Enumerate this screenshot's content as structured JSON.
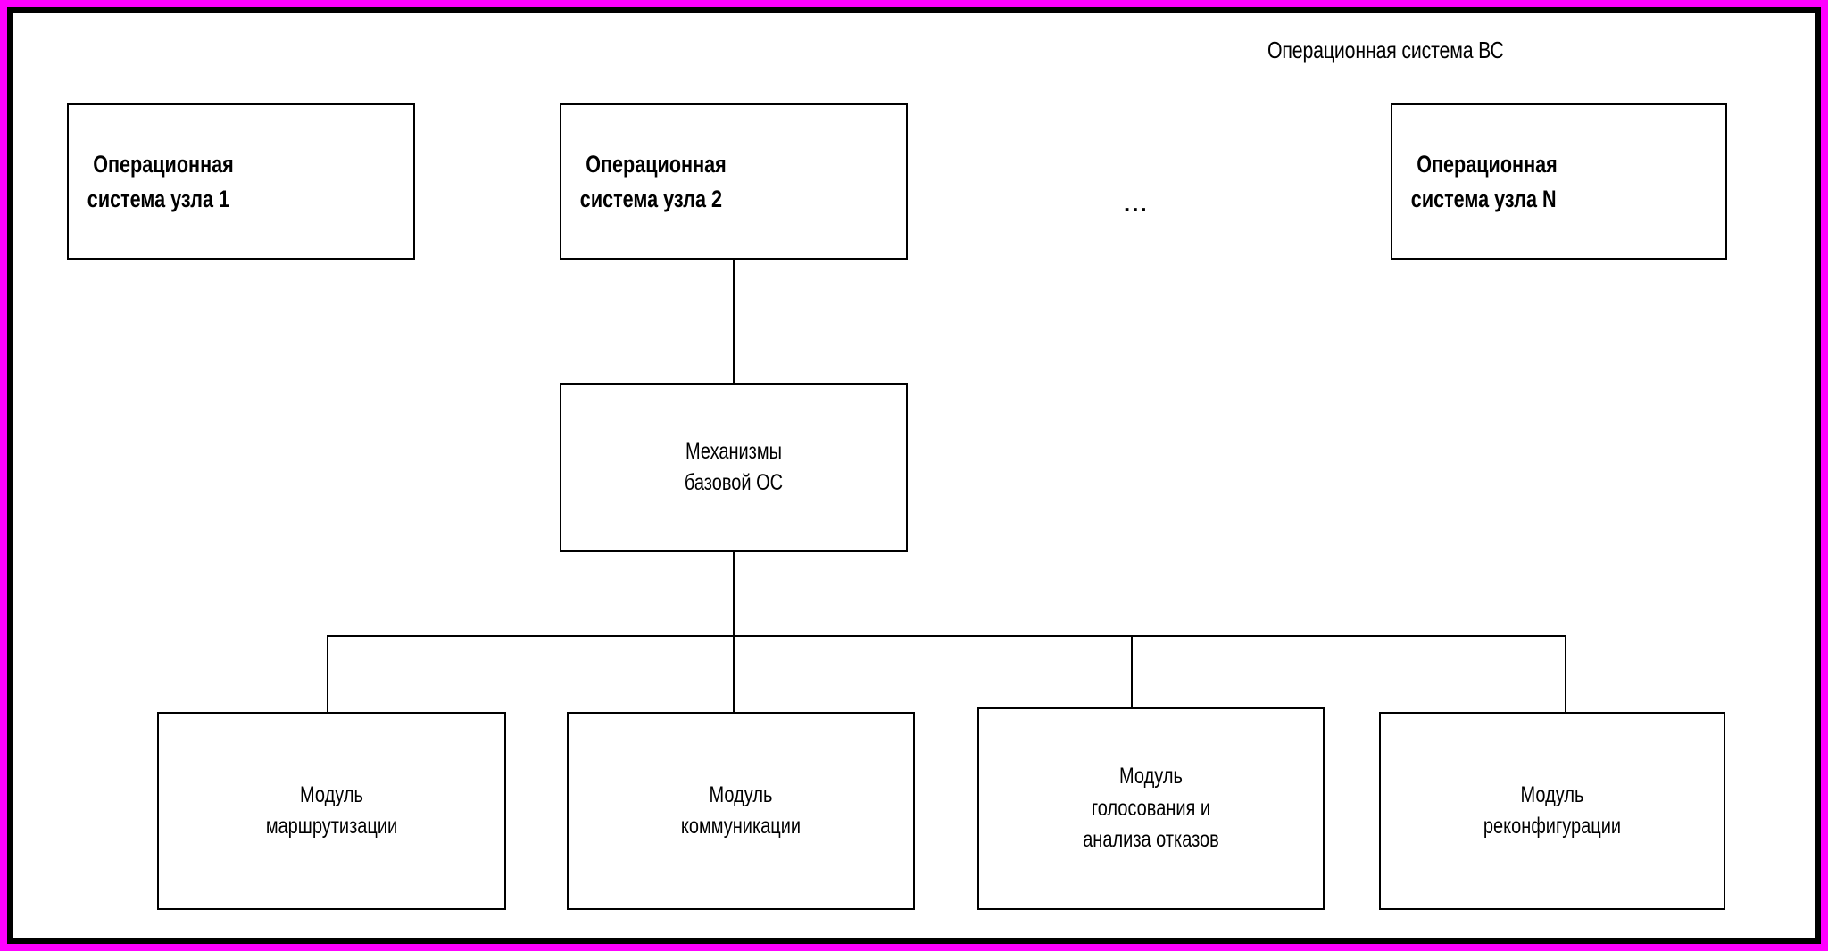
{
  "diagram": {
    "title": "Операционная система ВС",
    "ellipsis": "...",
    "type": "hierarchy-block-diagram",
    "frame": {
      "outer_border_color": "#ff00ff",
      "inner_border_color": "#000000",
      "background": "#ffffff"
    },
    "nodes": {
      "os_node_1": {
        "line1": "Операционная",
        "line2": "система узла 1"
      },
      "os_node_2": {
        "line1": "Операционная",
        "line2": "система узла 2"
      },
      "os_node_n": {
        "line1": "Операционная",
        "line2": "система узла N"
      },
      "base_os": {
        "line1": "Механизмы",
        "line2": "базовой ОС"
      },
      "module_routing": {
        "line1": "Модуль",
        "line2": "маршрутизации"
      },
      "module_communication": {
        "line1": "Модуль",
        "line2": "коммуникации"
      },
      "module_voting": {
        "line1": "Модуль",
        "line2": "голосования и",
        "line3": "анализа отказов"
      },
      "module_reconfiguration": {
        "line1": "Модуль",
        "line2": "реконфигурации"
      }
    }
  }
}
